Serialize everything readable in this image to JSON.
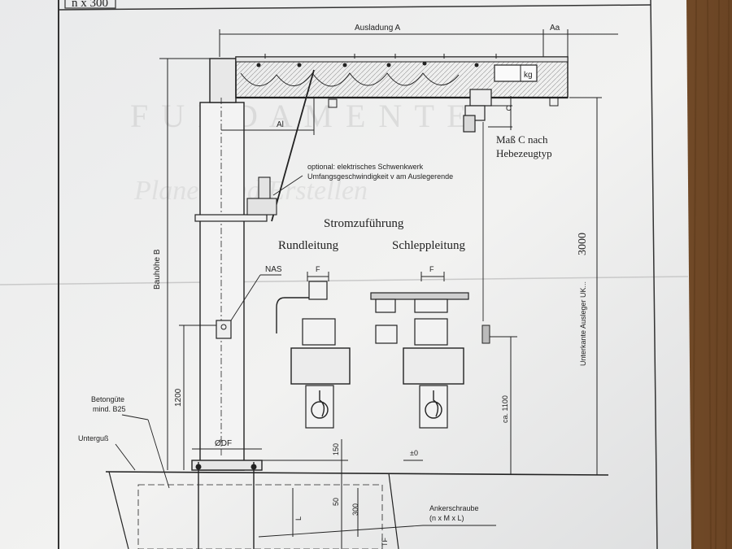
{
  "header": {
    "fragment": "n x 300"
  },
  "dimensions": {
    "ausladung": "Ausladung A",
    "aa": "Aa",
    "al": "Al",
    "c": "C",
    "bauhoehe": "Bauhöhe B",
    "dia_df": "ØDF",
    "d1200": "1200",
    "d150": "150",
    "d50": "50",
    "d300": "300",
    "zero": "±0",
    "ca1100": "ca. 1100",
    "ukl_label": "Unterkante Ausleger UK...",
    "ukl_value": "3000",
    "f1": "F",
    "f2": "F",
    "l": "L",
    "tf": "TF"
  },
  "labels": {
    "kg": "kg",
    "mass_c": "Maß C nach",
    "hebezeugtyp": "Hebezeugtyp",
    "optional_line1": "optional: elektrisches Schwenkwerk",
    "optional_line2": "Umfangsgeschwindigkeit v am Auslegerende",
    "stromzufuehrung": "Stromzuführung",
    "rundleitung": "Rundleitung",
    "schleppleitung": "Schleppleitung",
    "nas": "NAS",
    "betonguete_1": "Betongüte",
    "betonguete_2": "mind. B25",
    "unterguss": "Unterguß",
    "ankerschraube_1": "Ankerschraube",
    "ankerschraube_2": "(n x M x L)"
  },
  "watermark": {
    "line1": "F U N D A M E N T E",
    "line2": "Planen und Erstellen"
  }
}
